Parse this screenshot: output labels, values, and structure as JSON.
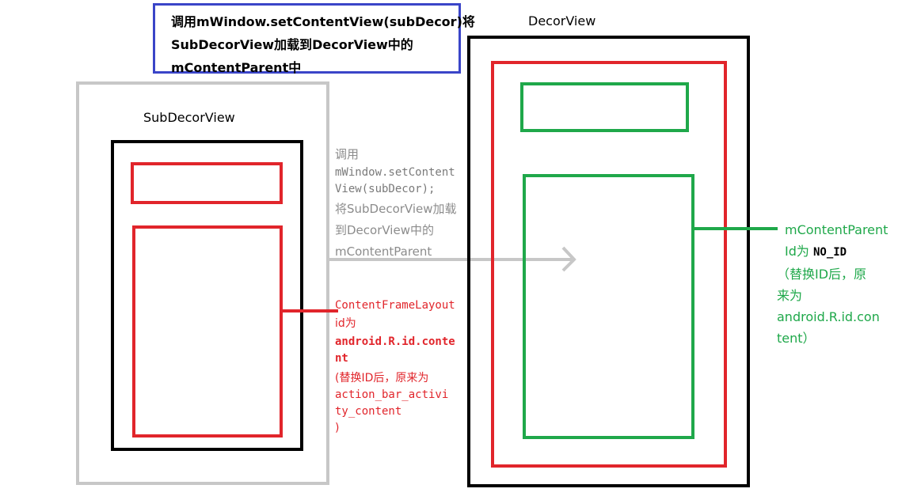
{
  "title_note": {
    "lines": [
      "调用mWindow.setContentView(subDecor)将",
      "SubDecorView加载到DecorView中的",
      "mContentParent中"
    ]
  },
  "labels": {
    "decor_view": "DecorView",
    "sub_decor_view": "SubDecorView"
  },
  "arrow_note": {
    "line1": "调用",
    "code1": "mWindow.setContent",
    "code2": "View(subDecor);",
    "line4": "将SubDecorView加载",
    "line5": "到DecorView中的",
    "line6": "mContentParent"
  },
  "content_frame_note": {
    "code1": "ContentFrameLayout",
    "line2": "id为",
    "code3": "android.R.id.conte",
    "code4": "nt",
    "line5": "(替换ID后，原来为",
    "code6": "action_bar_activi",
    "code7": "ty_content",
    "line8": ")"
  },
  "content_parent_note": {
    "line1": "mContentParent",
    "line2_prefix": "Id为 ",
    "line2_code": "NO_ID",
    "line3": "（替换ID后，原",
    "line4": "来为",
    "line5": "android.R.id.con",
    "line6": "tent）"
  },
  "colors": {
    "gray": "#c7c7c7",
    "black": "#000000",
    "red": "#e1252b",
    "green": "#1fa84a",
    "blue": "#3a45c8"
  }
}
